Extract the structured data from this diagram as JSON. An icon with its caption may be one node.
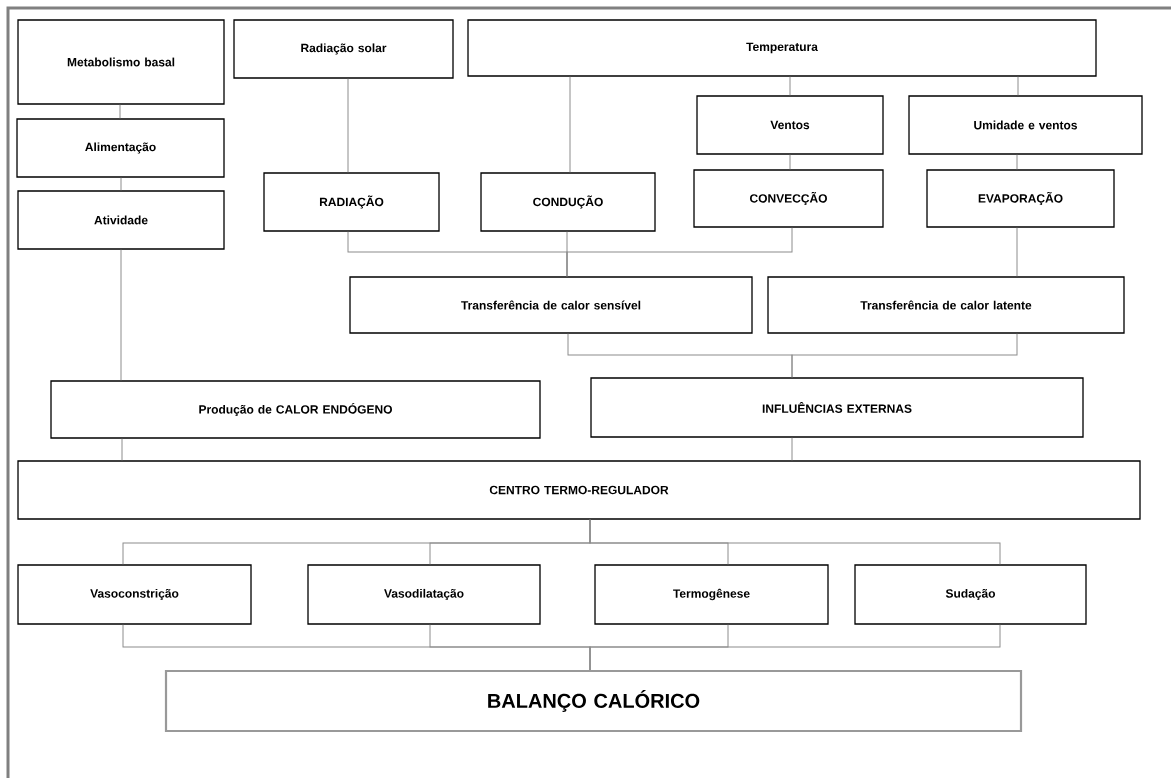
{
  "diagram": {
    "nodes": [
      {
        "text": [
          "Metabolismo basal"
        ]
      },
      {
        "text": [
          "Radiação solar"
        ]
      },
      {
        "text": [
          "Temperatura"
        ]
      },
      {
        "text": [
          "Alimentação"
        ]
      },
      {
        "text": [
          "Ventos"
        ]
      },
      {
        "text": [
          "Umidade e ventos"
        ]
      },
      {
        "text": [
          "Atividade"
        ]
      },
      {
        "text": [
          "RADIAÇÃO"
        ]
      },
      {
        "text": [
          "CONDUÇÃO"
        ]
      },
      {
        "text": [
          "CONVECÇÃO"
        ]
      },
      {
        "text": [
          "EVAPORAÇÃO"
        ]
      },
      {
        "text": [
          "Transferência de calor sensível"
        ]
      },
      {
        "text": [
          "Transferência de calor latente"
        ]
      },
      {
        "text": [
          "Produção de CALOR ENDÓGENO"
        ]
      },
      {
        "text": [
          "INFLUÊNCIAS EXTERNAS"
        ]
      },
      {
        "text": [
          "CENTRO TERMO-REGULADOR"
        ]
      },
      {
        "text": [
          "Vasoconstrição"
        ]
      },
      {
        "text": [
          "Vasodilatação"
        ]
      },
      {
        "text": [
          "Termogênese"
        ]
      },
      {
        "text": [
          "Sudação"
        ]
      },
      {
        "text": [
          "BALANÇO CALÓRICO"
        ]
      }
    ],
    "edges": [
      {
        "from": 0,
        "to": 3,
        "arrow": "none"
      },
      {
        "from": 3,
        "to": 6,
        "arrow": "none"
      },
      {
        "from": 6,
        "to": 13,
        "arrow": "none"
      },
      {
        "from": 1,
        "to": 7,
        "arrow": "none"
      },
      {
        "from": 2,
        "to": 8,
        "arrow": "none"
      },
      {
        "from": 2,
        "to": 4,
        "arrow": "none"
      },
      {
        "from": 2,
        "to": 5,
        "arrow": "none"
      },
      {
        "from": 4,
        "to": 9,
        "arrow": "none"
      },
      {
        "from": 5,
        "to": 10,
        "arrow": "none"
      },
      {
        "from": 7,
        "to": 11,
        "arrow": "none"
      },
      {
        "from": 8,
        "to": 11,
        "arrow": "none"
      },
      {
        "from": 9,
        "to": 11,
        "arrow": "none"
      },
      {
        "from": 10,
        "to": 12,
        "arrow": "none"
      },
      {
        "from": 11,
        "to": 14,
        "arrow": "none"
      },
      {
        "from": 12,
        "to": 14,
        "arrow": "none"
      },
      {
        "from": 13,
        "to": 15,
        "arrow": "none"
      },
      {
        "from": 14,
        "to": 15,
        "arrow": "none"
      },
      {
        "from": 15,
        "to": 16,
        "arrow": "none"
      },
      {
        "from": 15,
        "to": 17,
        "arrow": "none"
      },
      {
        "from": 15,
        "to": 18,
        "arrow": "none"
      },
      {
        "from": 15,
        "to": 19,
        "arrow": "none"
      },
      {
        "from": 16,
        "to": 20,
        "arrow": "none"
      },
      {
        "from": 17,
        "to": 20,
        "arrow": "none"
      },
      {
        "from": 18,
        "to": 20,
        "arrow": "none"
      },
      {
        "from": 19,
        "to": 20,
        "arrow": "none"
      }
    ]
  }
}
